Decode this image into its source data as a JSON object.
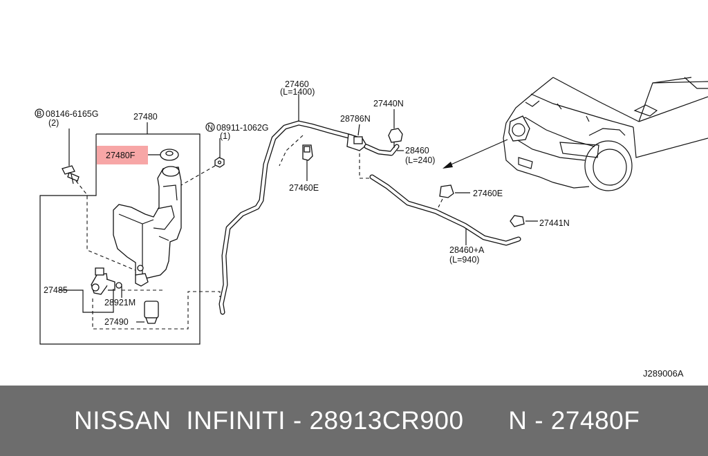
{
  "diagram": {
    "code": "J289006A",
    "highlight_color": "#f7a6a6",
    "labels": {
      "bolt": "08146-6165G",
      "bolt_qty": "(2)",
      "bolt_prefix": "B",
      "nut": "08911-1062G",
      "nut_qty": "(1)",
      "nut_prefix": "N",
      "tank": "27480",
      "cap": "27480F",
      "pump": "27485",
      "grommet": "28921M",
      "filter": "27490",
      "hose_main": "27460",
      "hose_main_len": "(L=1400)",
      "valve": "28786N",
      "clip_left": "27460E",
      "nozzle": "27440N",
      "hose_short": "28460",
      "hose_short_len": "(L=240)",
      "clip_right": "27460E",
      "nozzle_right": "27441N",
      "hose_long": "28460+A",
      "hose_long_len": "(L=940)"
    }
  },
  "footer": {
    "text": "NISSAN  INFINITI - 28913CR900      N - 27480F",
    "background": "#6d6d6d"
  }
}
